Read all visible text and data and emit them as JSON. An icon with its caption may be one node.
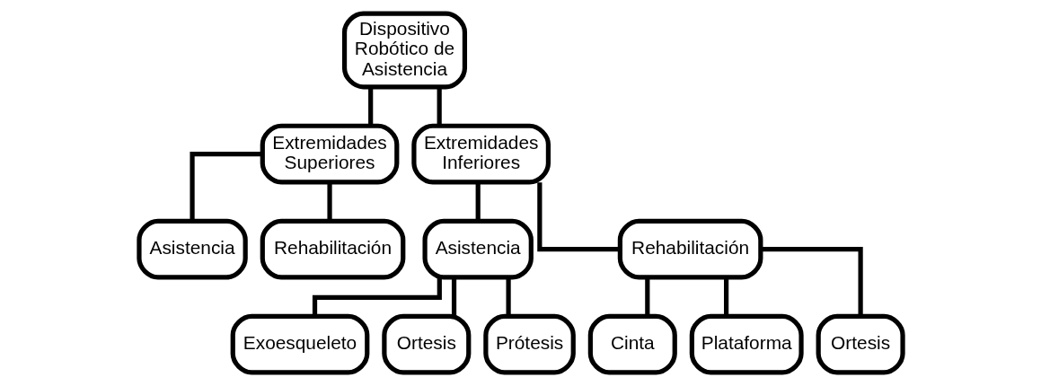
{
  "diagram": {
    "nodes": [
      {
        "text": [
          "Dispositivo Robótico de Asistencia"
        ]
      },
      {
        "text": [
          "Extremidades Superiores"
        ]
      },
      {
        "text": [
          "Extremidades Inferiores"
        ]
      },
      {
        "text": [
          "Asistencia"
        ]
      },
      {
        "text": [
          "Rehabilitación"
        ]
      },
      {
        "text": [
          "Asistencia"
        ]
      },
      {
        "text": [
          "Rehabilitación"
        ]
      },
      {
        "text": [
          "Exoesqueleto"
        ]
      },
      {
        "text": [
          "Ortesis"
        ]
      },
      {
        "text": [
          "Prótesis"
        ]
      },
      {
        "text": [
          "Cinta"
        ]
      },
      {
        "text": [
          "Plataforma"
        ]
      },
      {
        "text": [
          "Ortesis"
        ]
      }
    ],
    "edges": [
      {
        "from": 0,
        "to": 1,
        "arrow": "none"
      },
      {
        "from": 0,
        "to": 2,
        "arrow": "none"
      },
      {
        "from": 1,
        "to": 3,
        "arrow": "none"
      },
      {
        "from": 1,
        "to": 4,
        "arrow": "none"
      },
      {
        "from": 2,
        "to": 5,
        "arrow": "none"
      },
      {
        "from": 2,
        "to": 6,
        "arrow": "none"
      },
      {
        "from": 5,
        "to": 7,
        "arrow": "none"
      },
      {
        "from": 5,
        "to": 8,
        "arrow": "none"
      },
      {
        "from": 5,
        "to": 9,
        "arrow": "none"
      },
      {
        "from": 6,
        "to": 10,
        "arrow": "none"
      },
      {
        "from": 6,
        "to": 11,
        "arrow": "none"
      },
      {
        "from": 6,
        "to": 12,
        "arrow": "none"
      }
    ]
  }
}
